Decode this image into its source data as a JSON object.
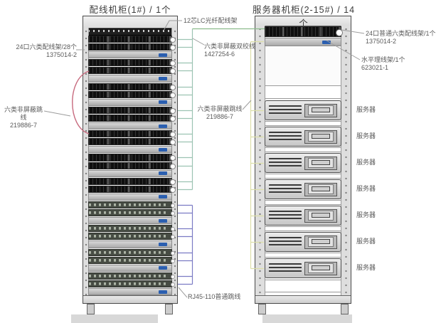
{
  "titles": {
    "left": "配线机柜(1#) / 1个",
    "right": "服务器机柜(2-15#) / 14个"
  },
  "labels": {
    "fiber_panel": "12芯LC光纤配线架",
    "left_patch_line1": "24口六类配线架/28个",
    "left_patch_line2": "1375014-2",
    "jumper_left_line1": "六类非屏蔽跳线",
    "jumper_left_line2": "219886-7",
    "utp_line1": "六类非屏蔽双绞线",
    "utp_line2": "1427254-6",
    "jumper_mid_line1": "六类非屏蔽跳线",
    "jumper_mid_line2": "219886-7",
    "rj45": "RJ45-110普通跳线",
    "right_patch_line1": "24口普通六类配线架/1个",
    "right_patch_line2": "1375014-2",
    "cable_mgr_line1": "水平理线架/1个",
    "cable_mgr_line2": "623021-1",
    "server": "服务器"
  },
  "left_rack": {
    "patch_groups": 7,
    "block110_groups": 4
  },
  "server_count": 7,
  "colors": {
    "utp_bus": "#9cc3b2",
    "green_run": "#8cbc8c",
    "jumper_bus": "#dcdfa9",
    "rj45_bus": "#7b7bc4",
    "patch_cord_arc": "#c76a7e",
    "leader": "#9c9c9c"
  }
}
